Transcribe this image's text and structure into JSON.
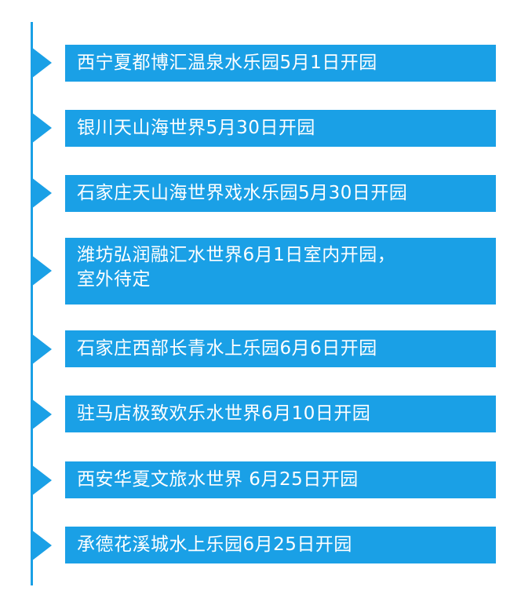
{
  "timeline": {
    "accent_color": "#1aa0e6",
    "items": [
      {
        "text": "西宁夏都博汇温泉水乐园5月1日开园"
      },
      {
        "text": "银川天山海世界5月30日开园"
      },
      {
        "text": "石家庄天山海世界戏水乐园5月30日开园"
      },
      {
        "line1": "潍坊弘润融汇水世界6月1日室内开园，",
        "line2": "室外待定"
      },
      {
        "text": "石家庄西部长青水上乐园6月6日开园"
      },
      {
        "text": "驻马店极致欢乐水世界6月10日开园"
      },
      {
        "text": "西安华夏文旅水世界 6月25日开园"
      },
      {
        "text": "承德花溪城水上乐园6月25日开园"
      }
    ]
  }
}
